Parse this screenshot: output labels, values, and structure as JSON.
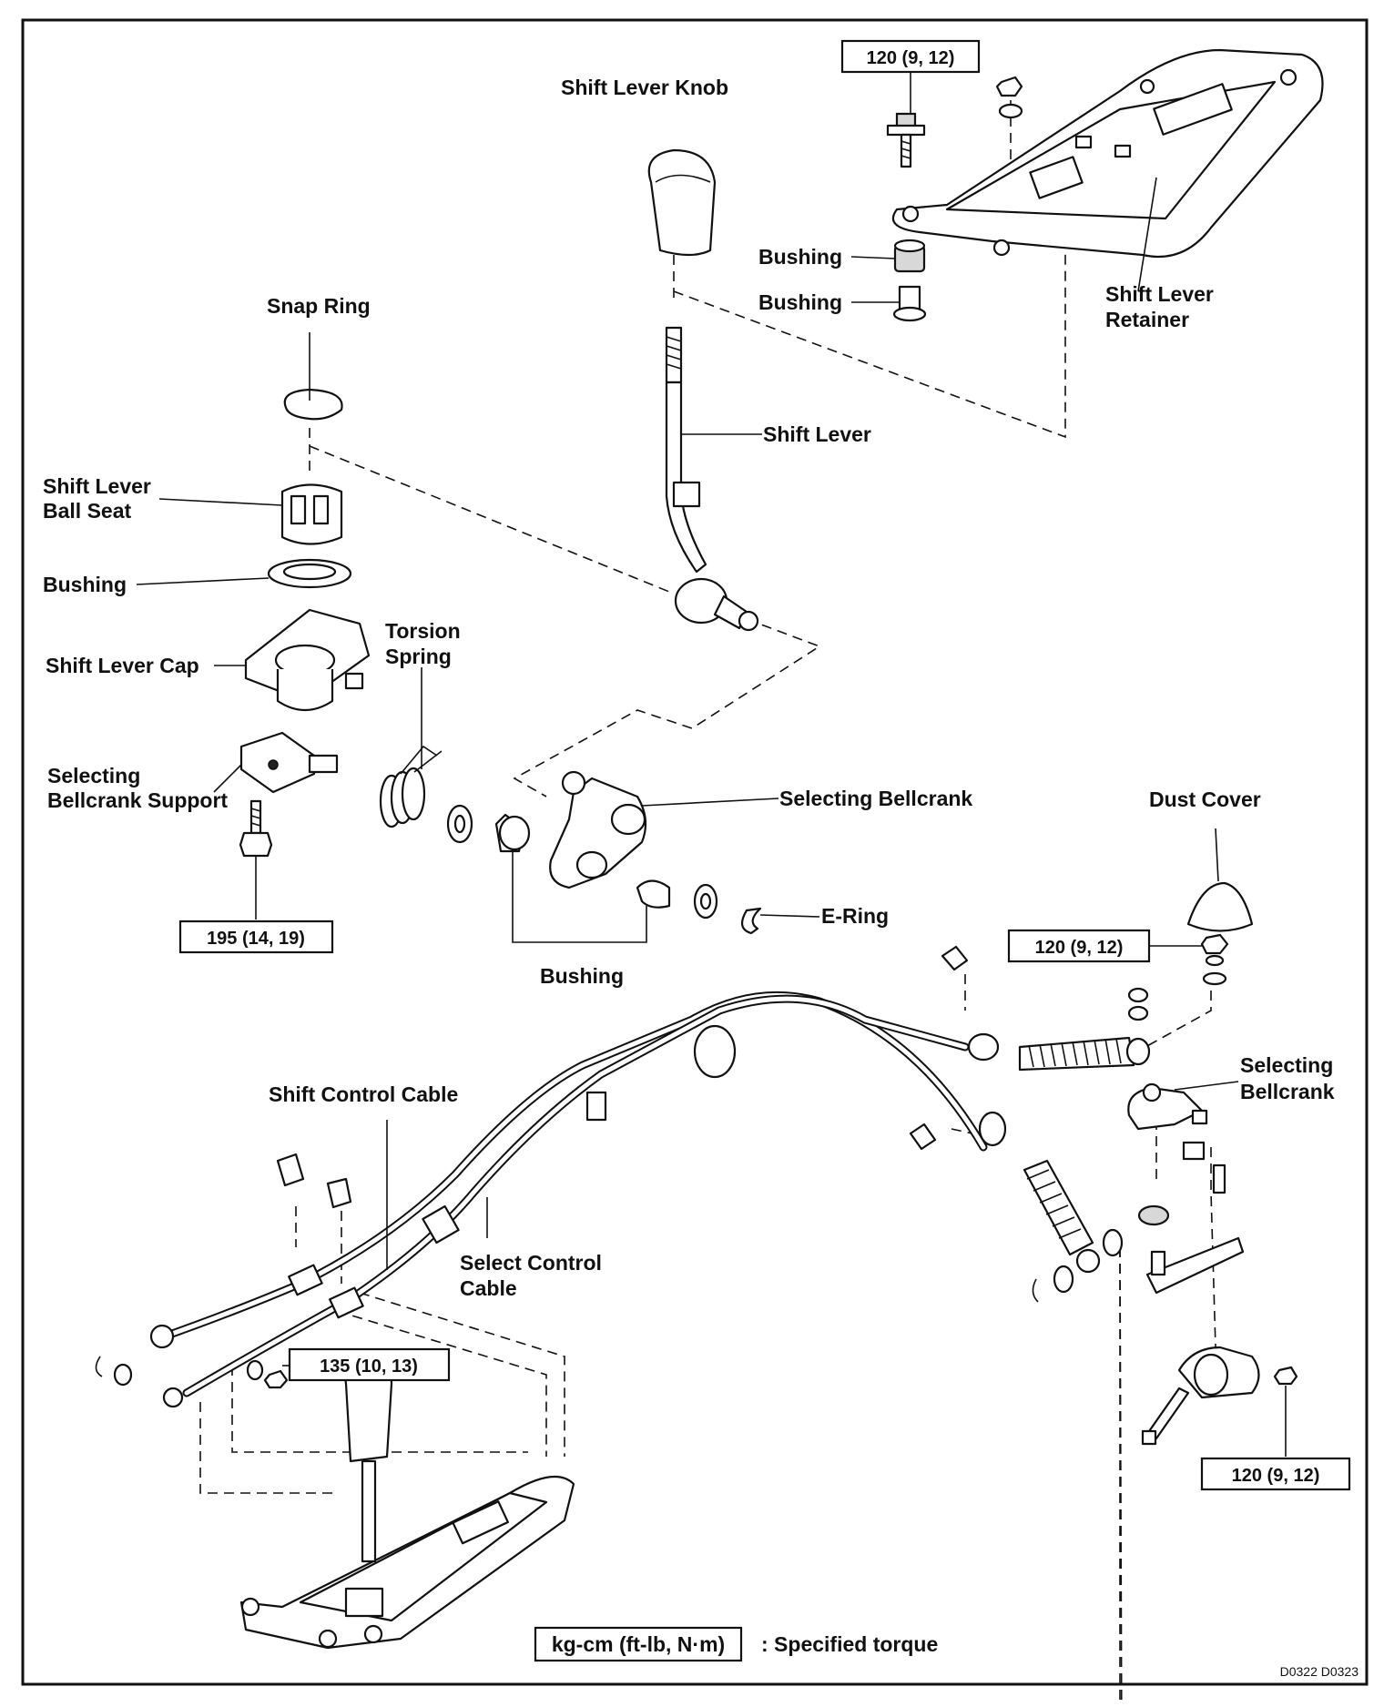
{
  "labels": {
    "shift_lever_knob": "Shift Lever Knob",
    "snap_ring": "Snap Ring",
    "shift_lever_ball_seat_1": "Shift Lever",
    "shift_lever_ball_seat_2": "Ball Seat",
    "bushing_left": "Bushing",
    "shift_lever_cap": "Shift Lever Cap",
    "torsion_spring_1": "Torsion",
    "torsion_spring_2": "Spring",
    "selecting_bellcrank_support_1": "Selecting",
    "selecting_bellcrank_support_2": "Bellcrank Support",
    "shift_lever": "Shift Lever",
    "bushing_top_1": "Bushing",
    "bushing_top_2": "Bushing",
    "shift_lever_retainer_1": "Shift Lever",
    "shift_lever_retainer_2": "Retainer",
    "selecting_bellcrank_center": "Selecting Bellcrank",
    "dust_cover": "Dust Cover",
    "e_ring": "E-Ring",
    "bushing_bottom": "Bushing",
    "shift_control_cable": "Shift Control Cable",
    "select_control_cable_1": "Select Control",
    "select_control_cable_2": "Cable",
    "selecting_bellcrank_right_1": "Selecting",
    "selecting_bellcrank_right_2": "Bellcrank"
  },
  "torques": {
    "top": "120 (9, 12)",
    "support_bolt": "195 (14, 19)",
    "cable_nut": "120 (9, 12)",
    "bottom_left": "135 (10, 13)",
    "bottom_right": "120 (9, 12)"
  },
  "legend": {
    "unit_box": "kg-cm (ft-lb, N·m)",
    "description": ": Specified torque"
  },
  "figure_code": "D0322  D0323"
}
